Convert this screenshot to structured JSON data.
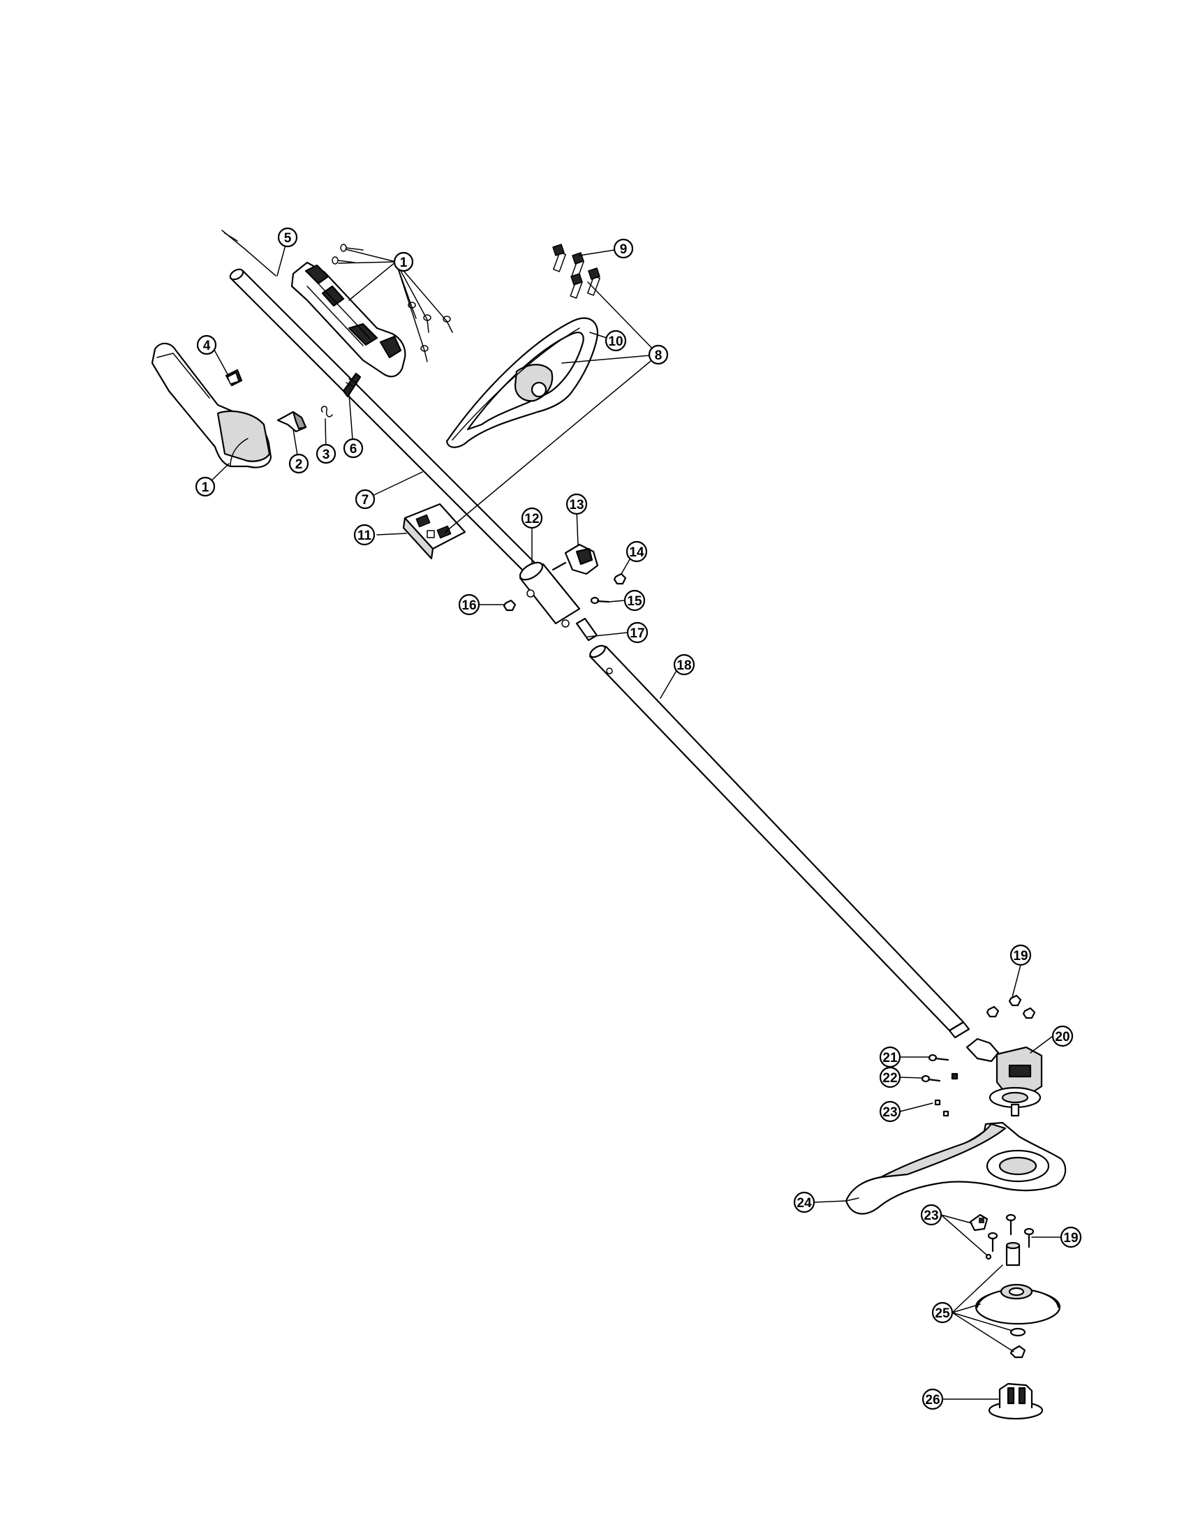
{
  "callouts": [
    {
      "id": "c1a",
      "label": "1"
    },
    {
      "id": "c1b",
      "label": "1"
    },
    {
      "id": "c2",
      "label": "2"
    },
    {
      "id": "c3",
      "label": "3"
    },
    {
      "id": "c4",
      "label": "4"
    },
    {
      "id": "c5",
      "label": "5"
    },
    {
      "id": "c6",
      "label": "6"
    },
    {
      "id": "c7",
      "label": "7"
    },
    {
      "id": "c8",
      "label": "8"
    },
    {
      "id": "c9",
      "label": "9"
    },
    {
      "id": "c10",
      "label": "10"
    },
    {
      "id": "c11",
      "label": "11"
    },
    {
      "id": "c12",
      "label": "12"
    },
    {
      "id": "c13",
      "label": "13"
    },
    {
      "id": "c14",
      "label": "14"
    },
    {
      "id": "c15",
      "label": "15"
    },
    {
      "id": "c16",
      "label": "16"
    },
    {
      "id": "c17",
      "label": "17"
    },
    {
      "id": "c18",
      "label": "18"
    },
    {
      "id": "c19a",
      "label": "19"
    },
    {
      "id": "c19b",
      "label": "19"
    },
    {
      "id": "c20",
      "label": "20"
    },
    {
      "id": "c21",
      "label": "21"
    },
    {
      "id": "c22",
      "label": "22"
    },
    {
      "id": "c23a",
      "label": "23"
    },
    {
      "id": "c23b",
      "label": "23"
    },
    {
      "id": "c24",
      "label": "24"
    },
    {
      "id": "c25",
      "label": "25"
    },
    {
      "id": "c26",
      "label": "26"
    }
  ]
}
